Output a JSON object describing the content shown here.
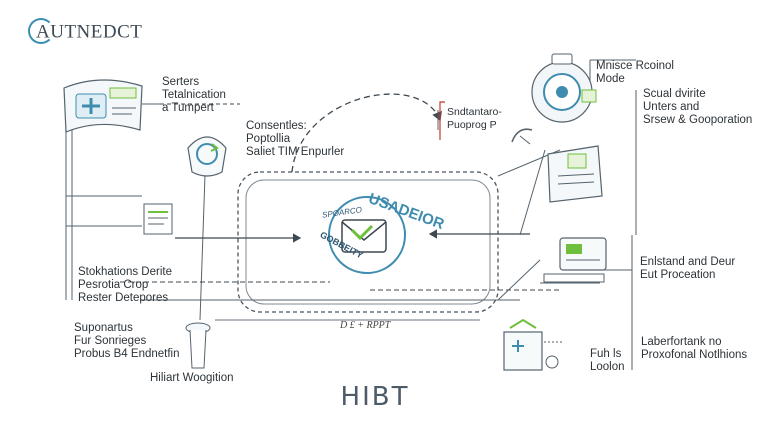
{
  "logo": {
    "text": "AUTNEDCT"
  },
  "labels": {
    "top_left": [
      "Serters",
      "Tetalnication",
      "a Tumpert"
    ],
    "top_center": [
      "Consentles:",
      "Poptollia",
      "Saliet TIM Enpurler"
    ],
    "top_mid_right": [
      "Sndtantaro-",
      "Puoprog P"
    ],
    "top_right_box": [
      "Mnisce Rcoinol",
      "Mode"
    ],
    "right_upper": [
      "Scual dvirite",
      "Unters and",
      "Srsew & Gooporation"
    ],
    "left_middle": [
      "Stokhations Derite",
      "Pesrotia Crop",
      "Rester Detepores"
    ],
    "left_lower": [
      "Suponartus",
      "Fur Sonrieges",
      "Probus B4 Endnetfin"
    ],
    "left_bottom": [
      "Hiliart Woogition"
    ],
    "center_caption": "D £ + RPPT",
    "right_middle": [
      "Enlstand and Deur",
      "Eut Proceation"
    ],
    "bottom_center_right": [
      "Fuh ls",
      "Loolon"
    ],
    "right_lower": [
      "Laberfortank no",
      "Proxofonal Notlhions"
    ],
    "hub_words": {
      "top": "USADEIOR",
      "left": "GOBBEITY",
      "inner": "SPOARCO"
    }
  },
  "footer": {
    "title": "HIBT"
  },
  "colors": {
    "line": "#55636d",
    "accent": "#3f8cb0",
    "green": "#6fbf3c",
    "dash": "#3d4852"
  },
  "icons": {
    "top_left": "gear-card-icon",
    "top_center": "refresh-sensor-icon",
    "top_right": "target-gauge-icon",
    "right_upper": "server-panel-icon",
    "right_middle": "monitor-terminal-icon",
    "left_middle": "document-stack-icon",
    "left_lower": "plug-probe-icon",
    "bottom_right": "shield-upload-icon",
    "hub": "envelope-badge-icon"
  }
}
